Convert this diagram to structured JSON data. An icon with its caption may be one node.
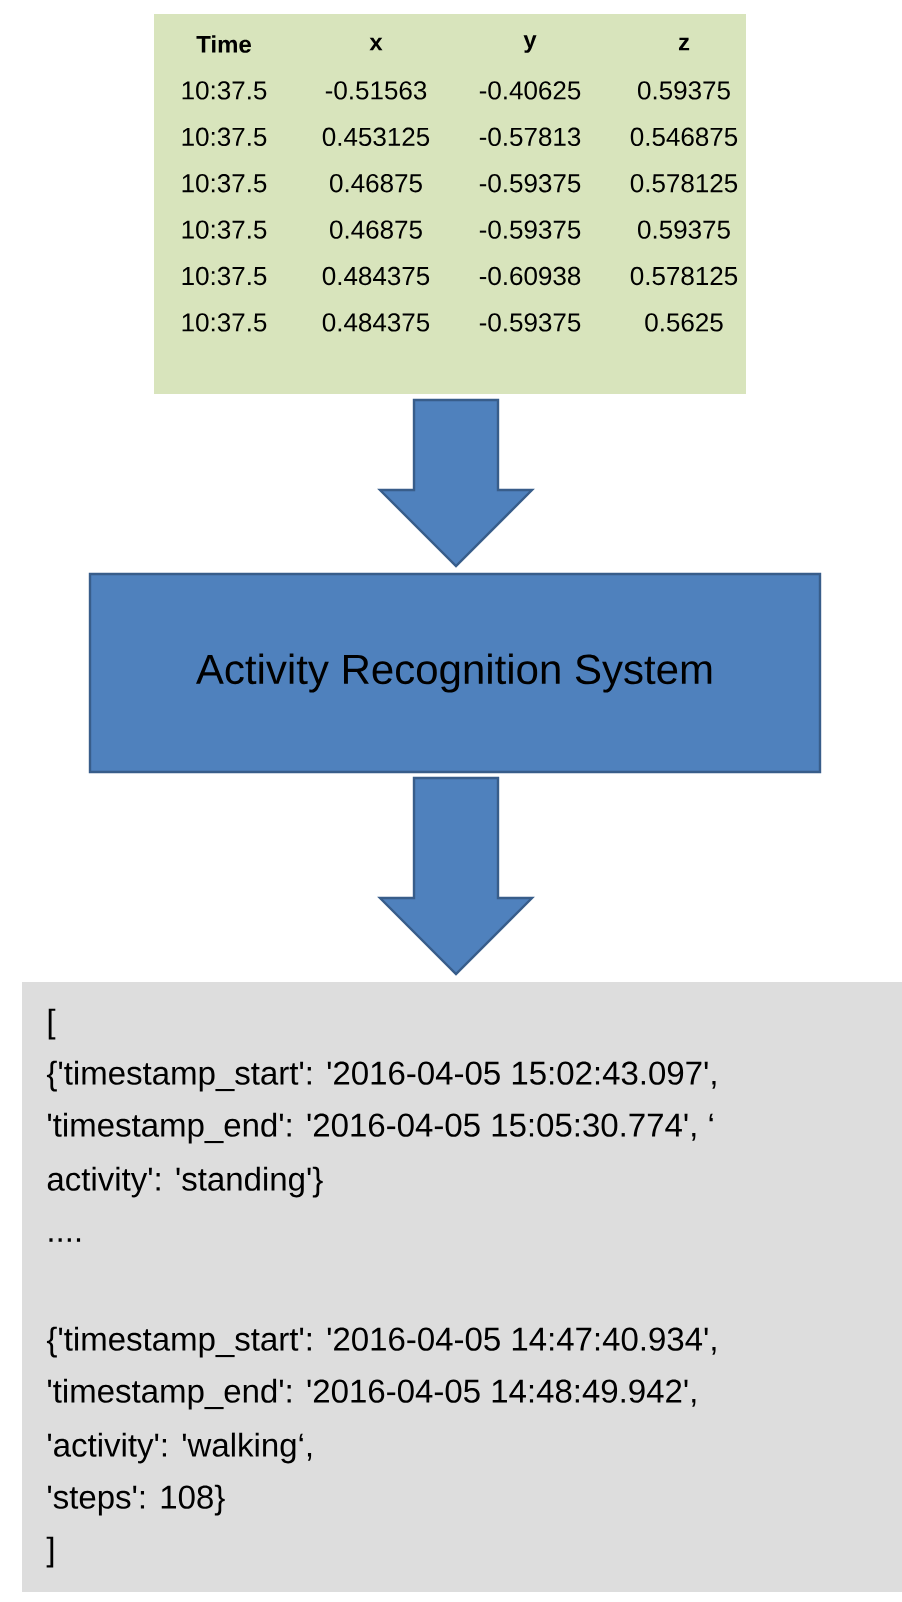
{
  "diagram": {
    "nodes": [
      {
        "text": [
          "Time",
          "x",
          "y",
          "z",
          "10:37.5",
          "-0.51563",
          "-0.40625",
          "0.59375",
          "10:37.5",
          "0.453125",
          "-0.57813",
          "0.546875",
          "10:37.5",
          "0.46875",
          "-0.59375",
          "0.578125",
          "10:37.5",
          "0.46875",
          "-0.59375",
          "0.59375",
          "10:37.5",
          "0.484375",
          "-0.60938",
          "0.578125",
          "10:37.5",
          "0.484375",
          "-0.59375",
          "0.5625"
        ]
      },
      {
        "text": [
          "Activity Recognition System"
        ]
      },
      {
        "text": [
          "[",
          "{'timestamp_start': '2016-04-05 15:02:43.097',",
          "'timestamp_end': '2016-04-05 15:05:30.774', ‘",
          "activity': 'standing'}",
          "....",
          "{'timestamp_start': '2016-04-05 14:47:40.934',",
          "'timestamp_end': '2016-04-05 14:48:49.942',",
          "'activity': 'walking‘,",
          "'steps': 108}",
          "]"
        ]
      }
    ],
    "edges": [
      {
        "from": 0,
        "to": 1,
        "arrow": "to"
      },
      {
        "from": 1,
        "to": 2,
        "arrow": "to"
      }
    ]
  }
}
